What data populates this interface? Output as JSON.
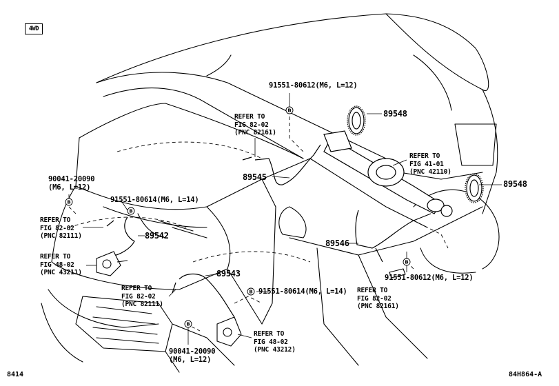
{
  "badge": "4WD",
  "labels": {
    "bolt_top": "91551-80612(M6, L=12)",
    "ref_top": [
      "REFER TO",
      "FIG 82-02",
      "(PNC 82161)"
    ],
    "ring_top": "89548",
    "ring_bottom": "89548",
    "ref_axle": [
      "REFER TO",
      "FIG 41-01",
      "(PNC 42110)"
    ],
    "sensor_rear_upper": "89545",
    "sensor_rear_lower": "89546",
    "bolt_rear_lower": "91551-80612(M6, L=12)",
    "ref_rear_lower": [
      "REFER TO",
      "FIG 82-02",
      "(PNC 82161)"
    ],
    "screw_left": [
      "90041-20090",
      "(M6, L=12)"
    ],
    "bolt_front_upper": "91551-80614(M6, L=14)",
    "ref_front_left": [
      "REFER TO",
      "FIG 82-02",
      "(PNC 82111)"
    ],
    "sensor_front_left": "89542",
    "ref_knuckle_left": [
      "REFER TO",
      "FIG 48-02",
      "(PNC 43211)"
    ],
    "sensor_front_right": "89543",
    "ref_front_right": [
      "REFER TO",
      "FIG 82-02",
      "(PNC 82111)"
    ],
    "bolt_front_lower": "91551-80614(M6, L=14)",
    "ref_knuckle_right": [
      "REFER TO",
      "FIG 48-02",
      "(PNC 43212)"
    ],
    "screw_bottom": [
      "90041-20090",
      "(M6, L=12)"
    ],
    "bolt_marker": "B"
  },
  "footer": {
    "left": "8414",
    "right": "84H864-A"
  }
}
